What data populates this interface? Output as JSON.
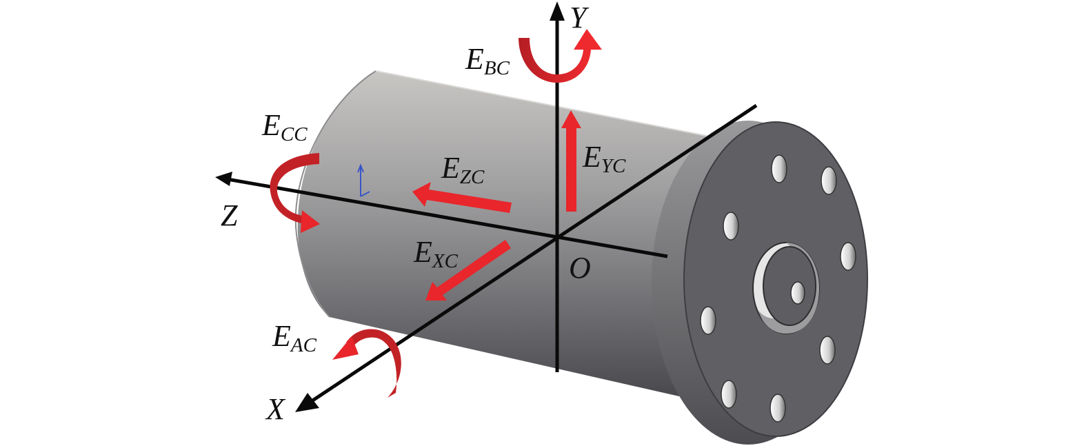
{
  "axes": {
    "x": "X",
    "y": "Y",
    "z": "Z",
    "origin": "O"
  },
  "errors": {
    "xc": {
      "main": "E",
      "sub": "XC"
    },
    "yc": {
      "main": "E",
      "sub": "YC"
    },
    "zc": {
      "main": "E",
      "sub": "ZC"
    },
    "ac": {
      "main": "E",
      "sub": "AC"
    },
    "bc": {
      "main": "E",
      "sub": "BC"
    },
    "cc": {
      "main": "E",
      "sub": "CC"
    }
  },
  "colors": {
    "axis": "#0a0a0a",
    "error_arrow": "#e8262b",
    "error_arrow_dark": "#b51e24",
    "body_light": "#c4c2bf",
    "body_dark": "#4f4e52",
    "flange_face": "#606064",
    "triad": "#3a55c8"
  }
}
